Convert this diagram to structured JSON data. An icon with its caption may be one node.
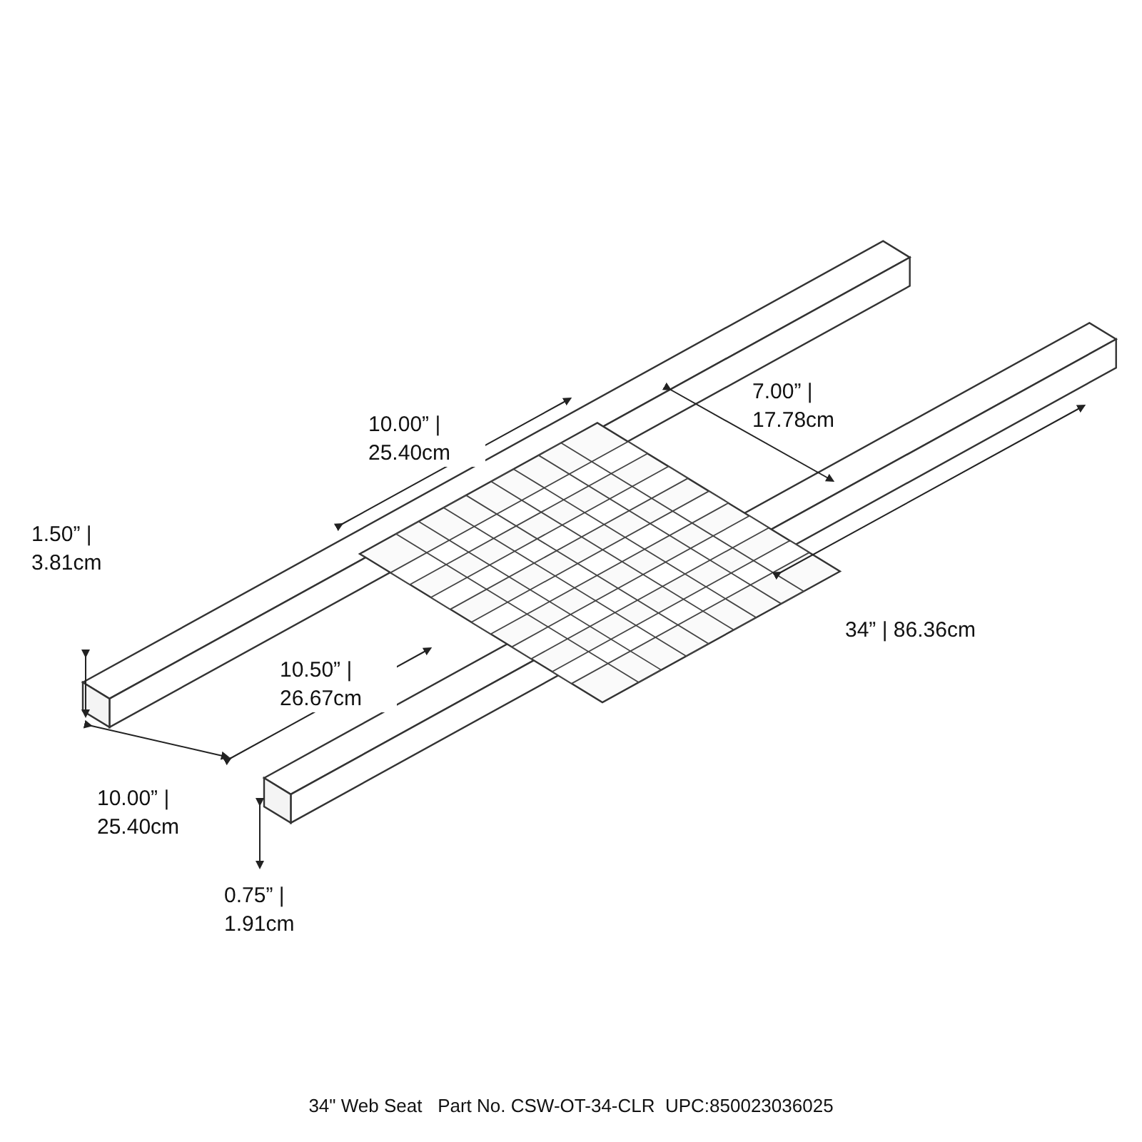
{
  "diagram": {
    "caption": "34\" Web Seat   Part No. CSW-OT-34-CLR  UPC:850023036025",
    "labels": [
      "10.00” | 25.40cm",
      "7.00” | 17.78cm",
      "1.50” | 3.81cm",
      "34” | 86.36cm",
      "10.50” | 26.67cm",
      "10.00” | 25.40cm",
      "0.75” | 1.91cm"
    ]
  }
}
